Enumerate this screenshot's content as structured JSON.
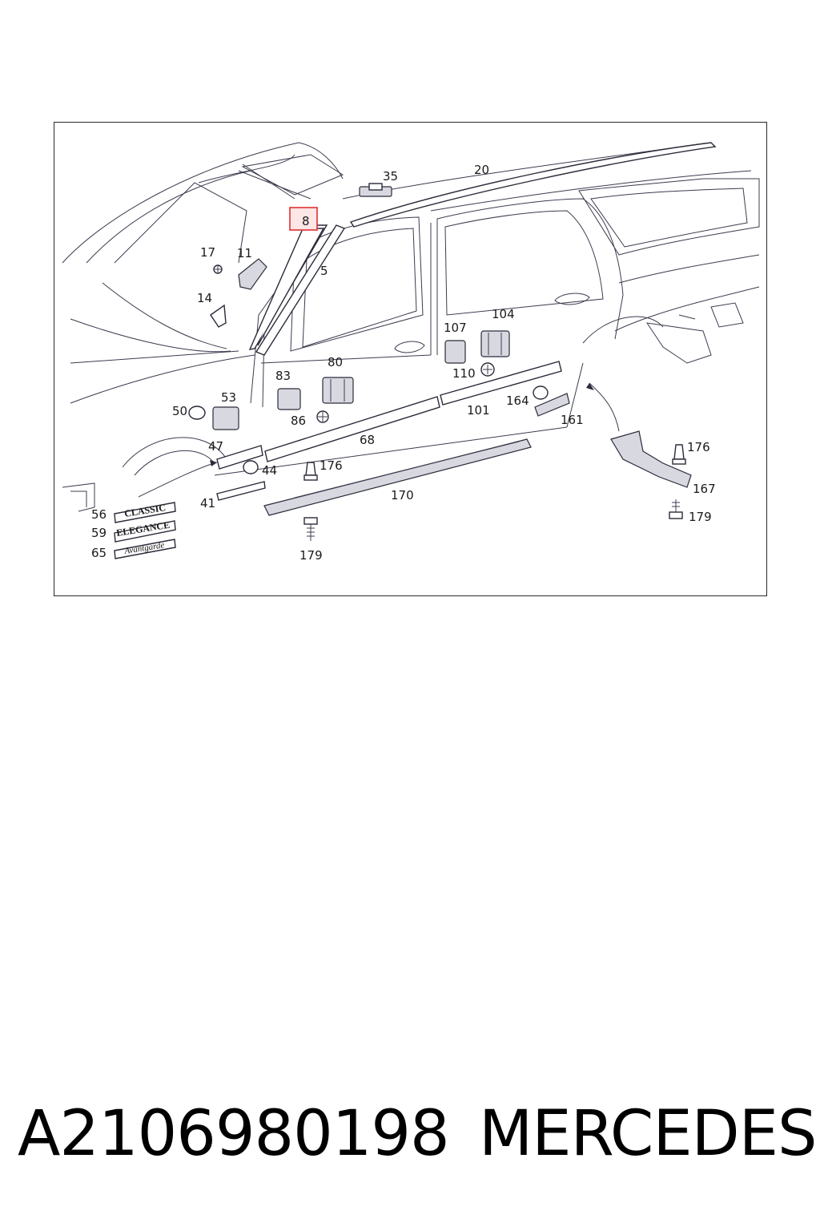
{
  "callouts": {
    "c8": "8",
    "c35": "35",
    "c20": "20",
    "c17": "17",
    "c11": "11",
    "c5": "5",
    "c14": "14",
    "c104": "104",
    "c107": "107",
    "c80": "80",
    "c83": "83",
    "c110": "110",
    "c53": "53",
    "c50": "50",
    "c164": "164",
    "c86": "86",
    "c101": "101",
    "c161": "161",
    "c47": "47",
    "c68": "68",
    "c176a": "176",
    "c44": "44",
    "c176b": "176",
    "c170": "170",
    "c167": "167",
    "c41": "41",
    "c56": "56",
    "c59": "59",
    "c65": "65",
    "c179a": "179",
    "c179b": "179"
  },
  "badges": {
    "classic": "CLASSIC",
    "elegance": "ELEGANCE",
    "avantgarde": "Avantgarde"
  },
  "highlight": {
    "callout": "8",
    "color": "#e03030"
  },
  "footer": {
    "part_number": "A2106980198",
    "brand": "MERCEDES"
  }
}
